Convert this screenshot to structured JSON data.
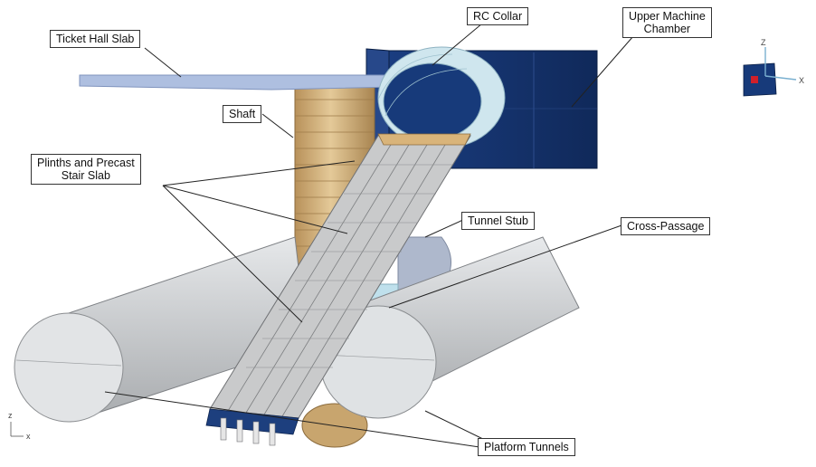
{
  "labels": {
    "ticket_hall_slab": "Ticket Hall Slab",
    "rc_collar": "RC Collar",
    "upper_machine_chamber": "Upper Machine\nChamber",
    "shaft": "Shaft",
    "plinths_stair_slab": "Plinths and Precast\nStair Slab",
    "tunnel_stub": "Tunnel Stub",
    "cross_passage": "Cross-Passage",
    "platform_tunnels": "Platform Tunnels"
  },
  "triad_main": {
    "z": "Z",
    "x": "X"
  },
  "triad_small": {
    "z": "z",
    "x": "x"
  },
  "colors": {
    "slab": "#aebfe0",
    "shaft": "#d4b483",
    "chamber": "#173a7a",
    "collar": "#cfe6ee",
    "tunnel": "#d9dcde",
    "stair": "#c8c8c8",
    "stair_end": "#1d3f7e",
    "cross_passage": "#bfe0ec",
    "tunnel_stub": "#aeb8cc"
  }
}
